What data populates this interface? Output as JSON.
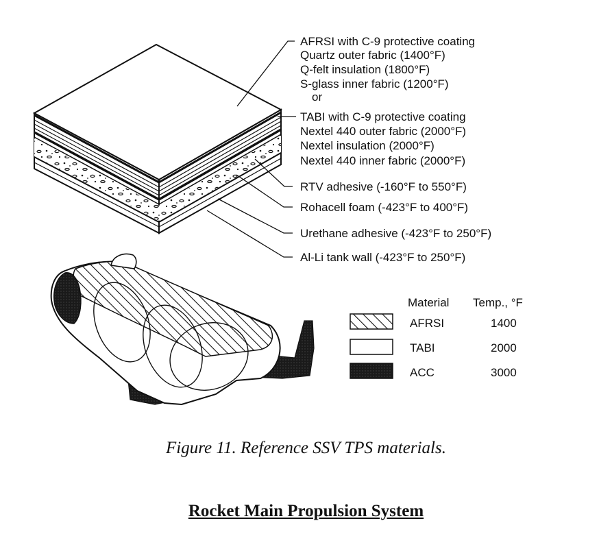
{
  "layer_labels": {
    "afrsi": "AFRSI with C-9 protective coating",
    "quartz": "Quartz outer fabric (1400°F)",
    "qfelt": "Q-felt insulation (1800°F)",
    "sglass": "S-glass inner fabric (1200°F)",
    "or": "or",
    "tabi": "TABI with C-9 protective coating",
    "nextel_outer": "Nextel 440 outer fabric (2000°F)",
    "nextel_ins": "Nextel insulation (2000°F)",
    "nextel_inner": "Nextel 440 inner fabric (2000°F)",
    "rtv": "RTV adhesive (-160°F to 550°F)",
    "rohacell": "Rohacell foam (-423°F to 400°F)",
    "urethane": "Urethane adhesive (-423°F to 250°F)",
    "alli": "Al-Li tank wall (-423°F to 250°F)"
  },
  "legend": {
    "header_material": "Material",
    "header_temp": "Temp., °F",
    "rows": [
      {
        "material": "AFRSI",
        "temp": "1400",
        "swatch": "hatched"
      },
      {
        "material": "TABI",
        "temp": "2000",
        "swatch": "white"
      },
      {
        "material": "ACC",
        "temp": "3000",
        "swatch": "black"
      }
    ]
  },
  "caption": "Figure 11.  Reference SSV TPS materials.",
  "section_heading": "Rocket Main Propulsion System"
}
